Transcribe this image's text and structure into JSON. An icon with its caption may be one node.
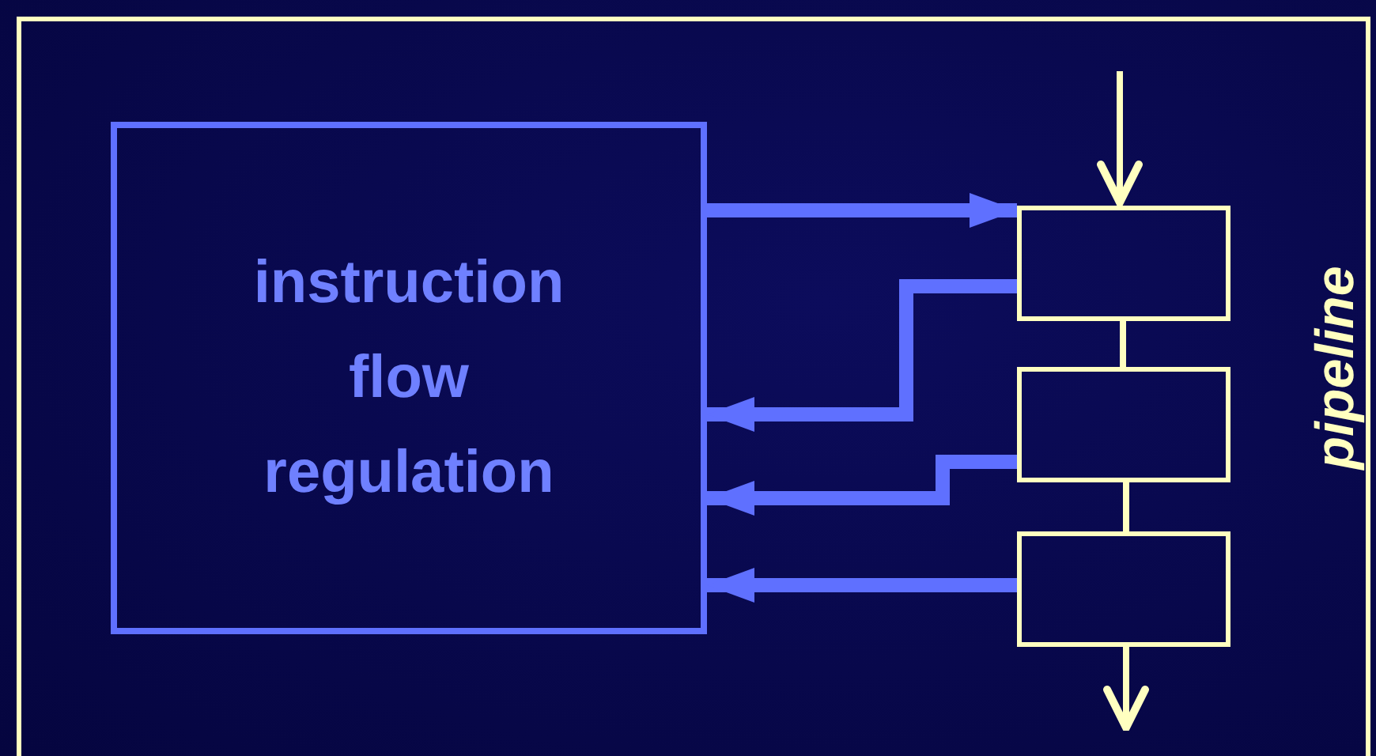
{
  "diagram": {
    "nodes": [
      {
        "text": [
          "instruction flow regulation"
        ]
      },
      {
        "text": [],
        "shape": "box"
      },
      {
        "text": [],
        "shape": "box"
      },
      {
        "text": [],
        "shape": "box"
      }
    ],
    "edges": [
      {
        "from": 0,
        "to": 1,
        "arrow": "to",
        "style": "thick"
      },
      {
        "from": 1,
        "to": 0,
        "arrow": "to",
        "style": "thick"
      },
      {
        "from": 2,
        "to": 0,
        "arrow": "to",
        "style": "thick"
      },
      {
        "from": 3,
        "to": 0,
        "arrow": "to",
        "style": "thick"
      },
      {
        "from": 1,
        "to": 2,
        "arrow": "none",
        "color": "#ffffc0"
      },
      {
        "from": 2,
        "to": 3,
        "arrow": "none",
        "color": "#ffffc0"
      },
      {
        "from": null,
        "to": 1,
        "arrow": "to",
        "color": "#ffffc0"
      },
      {
        "from": 3,
        "to": null,
        "arrow": "to",
        "color": "#ffffc0"
      }
    ],
    "labels": [
      "pipeline"
    ]
  }
}
